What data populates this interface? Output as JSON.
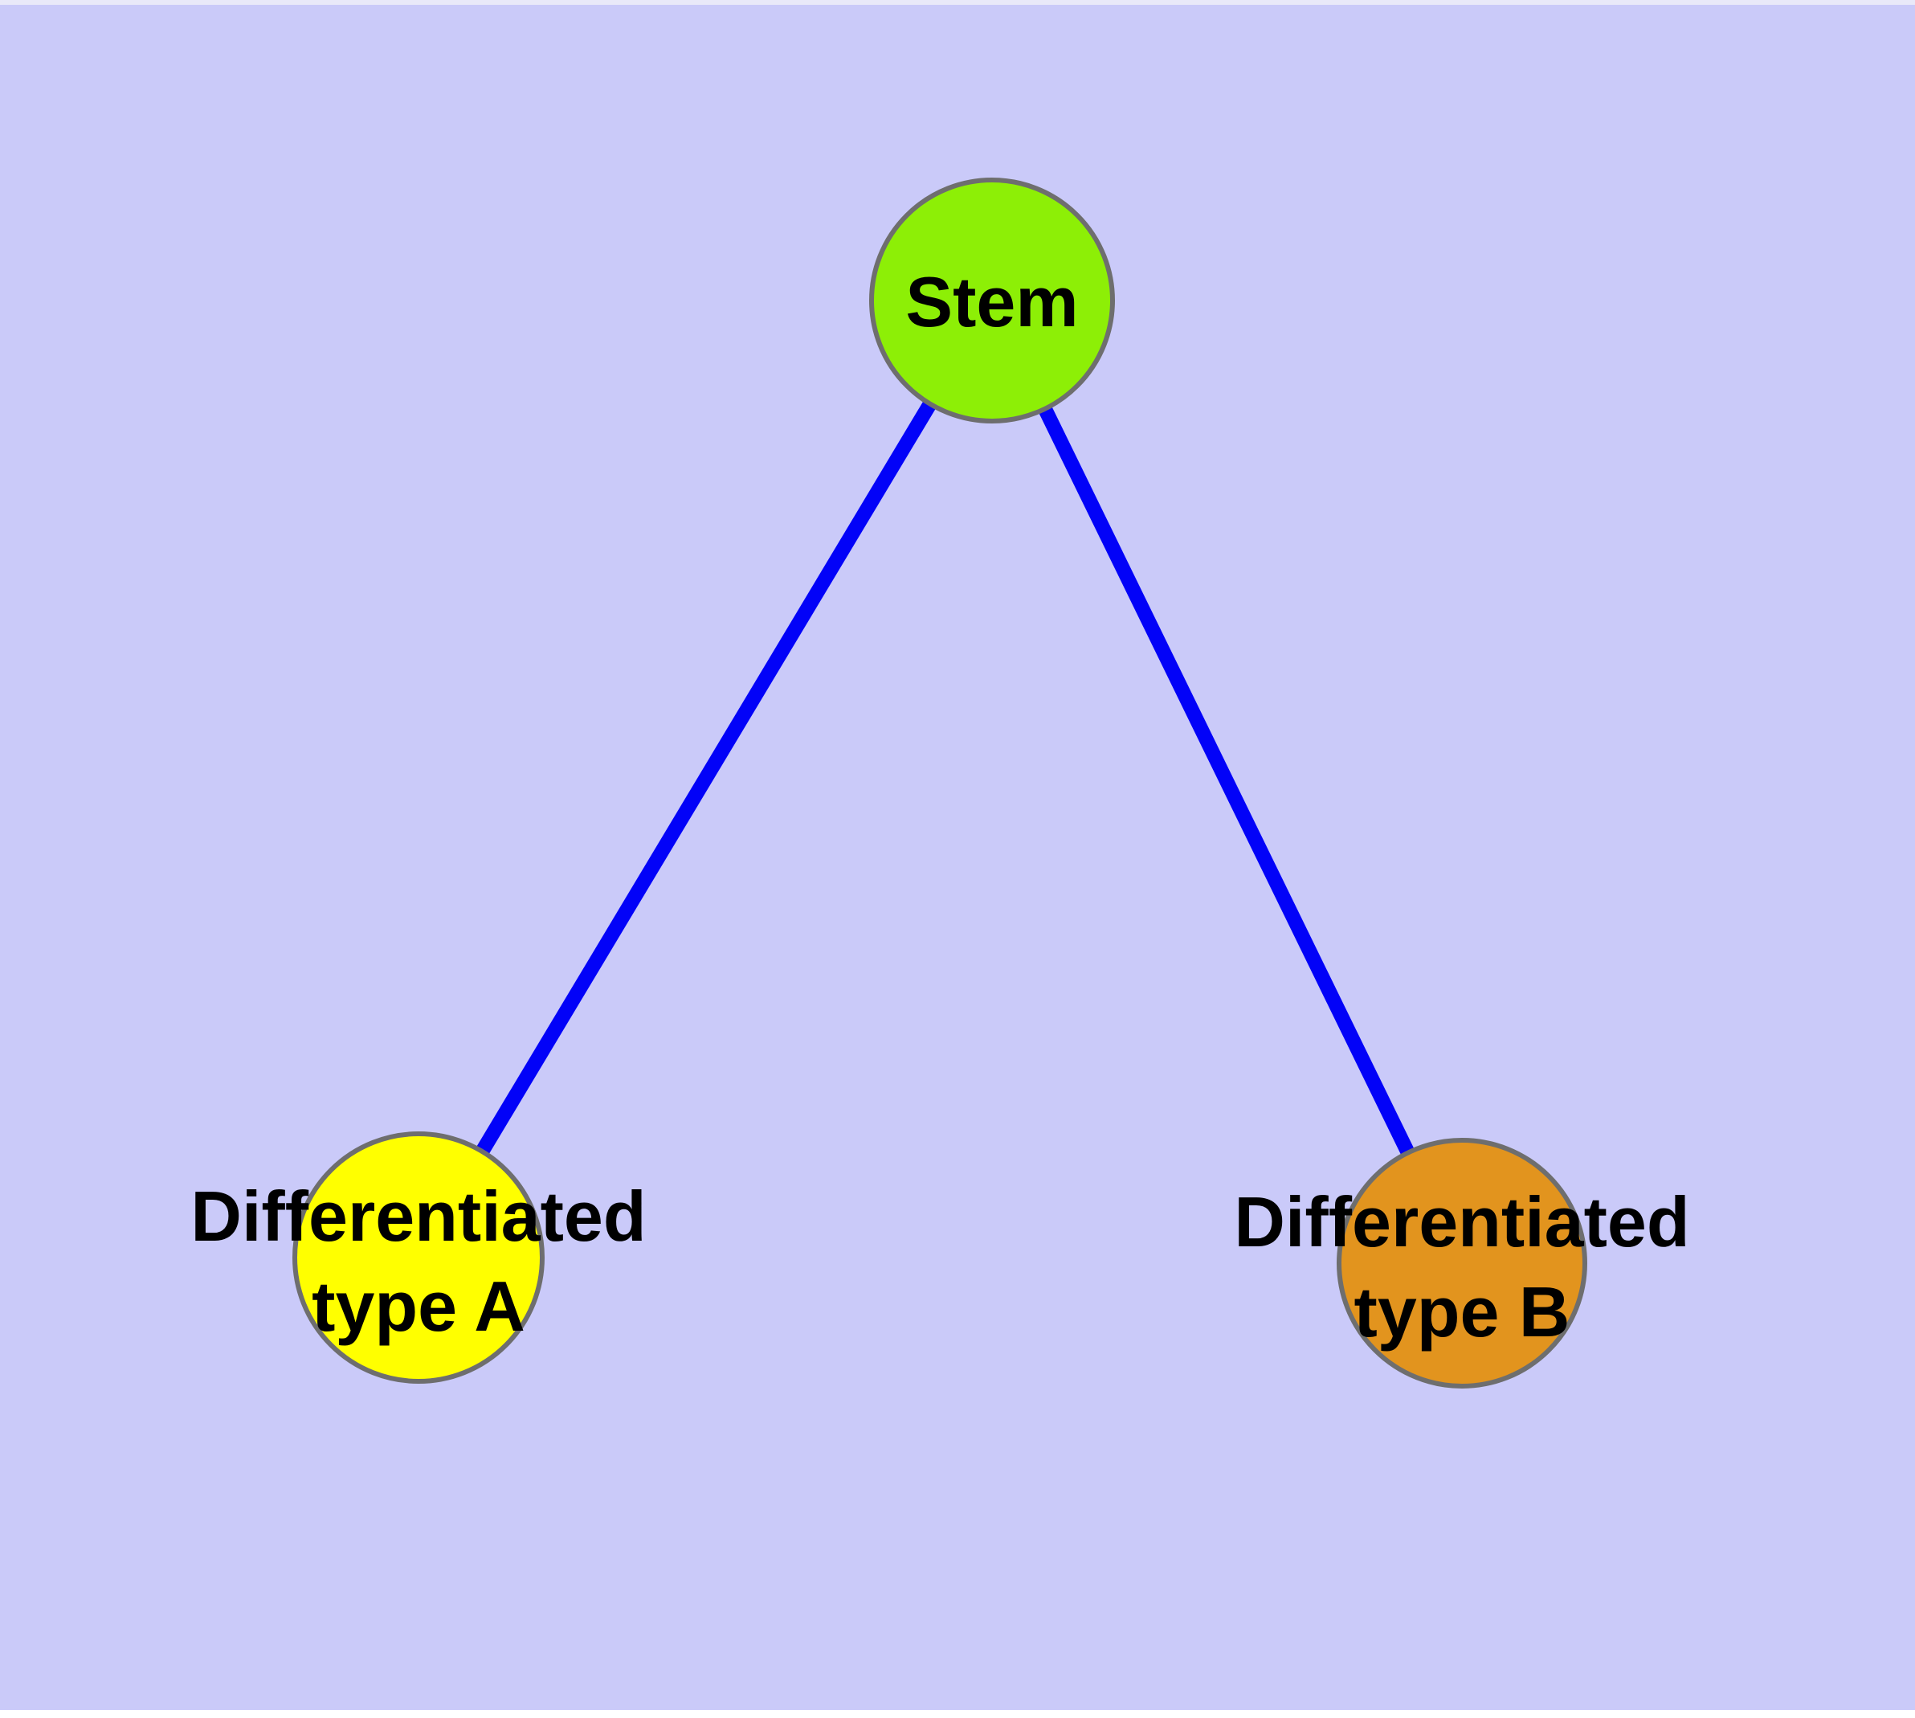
{
  "diagram": {
    "background_color": "#CACAF9",
    "edge_color": "#0202F8",
    "node_border_color": "#6E6E6E",
    "label_text_color": "#000000",
    "nodes": {
      "stem": {
        "label": "Stem",
        "fill": "#8DEF06"
      },
      "type_a": {
        "lines": [
          "Differentiated",
          "type A"
        ],
        "label_full": "Differentiated type A",
        "fill": "#FFFF00"
      },
      "type_b": {
        "lines": [
          "Differentiated",
          "type B"
        ],
        "label_full": "Differentiated type B",
        "fill": "#E2941E"
      }
    },
    "edges": [
      {
        "from": "Stem",
        "to": "Differentiated type A"
      },
      {
        "from": "Stem",
        "to": "Differentiated type B"
      }
    ]
  }
}
